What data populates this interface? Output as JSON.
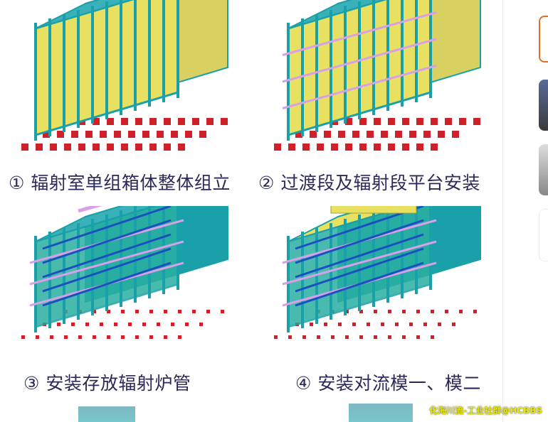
{
  "panels": [
    {
      "caption": "① 辐射室单组箱体整体组立",
      "stage": 1
    },
    {
      "caption": "② 过渡段及辐射段平台安装",
      "stage": 2
    },
    {
      "caption": "③ 安装存放辐射炉管",
      "stage": 3
    },
    {
      "caption": "④ 安装对流模一、模二",
      "stage": 4
    }
  ],
  "watermark": "化海川流-工业社群@HCBBS",
  "colors": {
    "steel": "#1aa0a8",
    "panel": "#e8e060",
    "footing": "#d0202a",
    "tube": "#d8a0e8",
    "caption": "#2a2a5a"
  }
}
